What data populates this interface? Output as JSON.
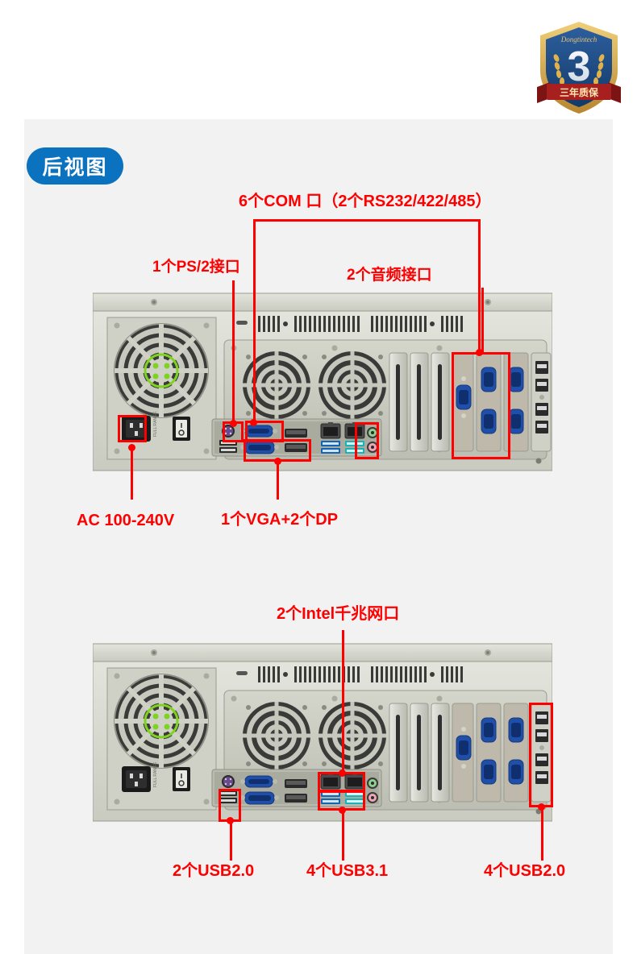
{
  "badge": {
    "brand": "Dongtintech",
    "number": "3",
    "ribbon_text": "三年质保",
    "colors": {
      "shield": "#1f4e87",
      "gold": "#d9a441",
      "ribbon": "#9d1c1c"
    }
  },
  "section": {
    "title": "后视图",
    "pill_color": "#0b72bf"
  },
  "annotation_color": "#fe0000",
  "views": [
    {
      "id": "rear-view-top",
      "annotations": [
        {
          "id": "com-ports",
          "label": "6个COM 口（2个RS232/422/485）"
        },
        {
          "id": "ps2-port",
          "label": "1个PS/2接口"
        },
        {
          "id": "audio-jacks",
          "label": "2个音频接口"
        },
        {
          "id": "ac-input",
          "label": "AC 100-240V"
        },
        {
          "id": "video-out",
          "label": "1个VGA+2个DP"
        }
      ]
    },
    {
      "id": "rear-view-bottom",
      "annotations": [
        {
          "id": "lan-ports",
          "label": "2个Intel千兆网口"
        },
        {
          "id": "usb20-left",
          "label": "2个USB2.0"
        },
        {
          "id": "usb31",
          "label": "4个USB3.1"
        },
        {
          "id": "usb20-right",
          "label": "4个USB2.0"
        }
      ]
    }
  ],
  "chassis": {
    "body_color": "#d7d8cf",
    "panel_color": "#c8cabf",
    "dark_color": "#3a3a3a",
    "port_colors": {
      "ps2": "#6a4a8f",
      "serial": "#1f4fa8",
      "vga": "#1f4fa8",
      "displayport": "#2b2b2b",
      "usb2": "#2b2b2b",
      "usb3": "#1464b4",
      "usb31": "#19b2b8",
      "audio_line_out": "#8fd18f",
      "audio_mic": "#f0a6b8",
      "fan_ring": "#7ed321"
    }
  }
}
